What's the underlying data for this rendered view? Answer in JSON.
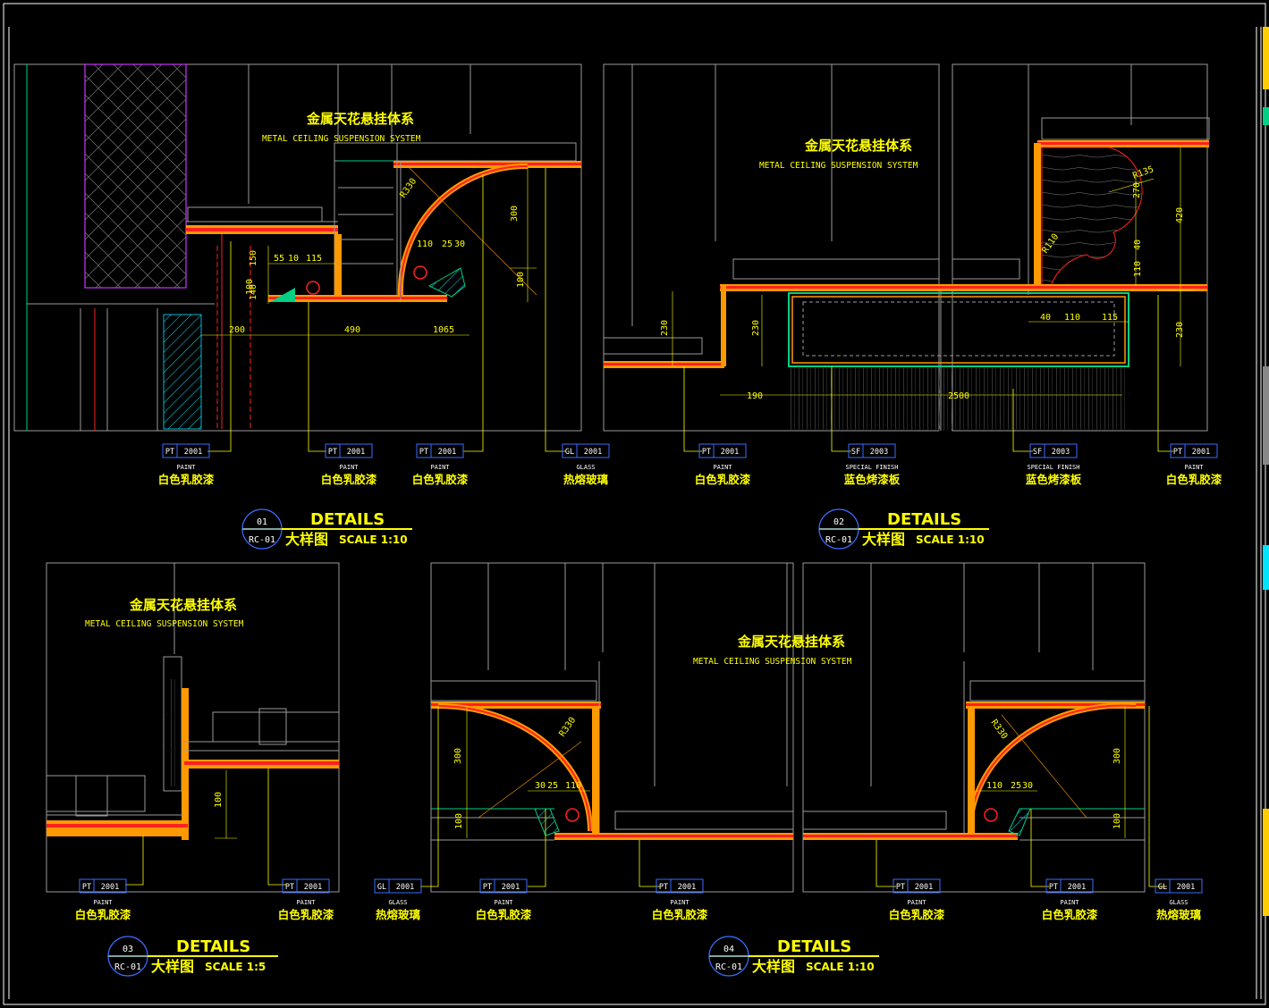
{
  "colors": {
    "background": "#000000",
    "frame": "#ffffff",
    "text": "#ffff00",
    "finish_red": "#ff2020",
    "finish_orange": "#ff9900",
    "hatch_green": "#00d084",
    "hatch_cyan": "#00e5ff",
    "magenta": "#cc33ff",
    "gray_line": "#9a9a9a"
  },
  "panels": [
    {
      "id": "d01",
      "title_cn": "金属天花悬挂体系",
      "title_en": "METAL CEILING SUSPENSION SYSTEM",
      "dims": [
        "R330",
        "300",
        "55",
        "10",
        "115",
        "110",
        "25",
        "30",
        "150",
        "100",
        "140",
        "100",
        "200",
        "490",
        "10",
        "65"
      ],
      "tags": [
        {
          "code": "PT",
          "num": "2001",
          "en": "PAINT",
          "cn": "白色乳胶漆"
        },
        {
          "code": "PT",
          "num": "2001",
          "en": "PAINT",
          "cn": "白色乳胶漆"
        },
        {
          "code": "PT",
          "num": "2001",
          "en": "PAINT",
          "cn": "白色乳胶漆"
        },
        {
          "code": "GL",
          "num": "2001",
          "en": "GLASS",
          "cn": "热熔玻璃"
        }
      ],
      "detail": {
        "num": "01",
        "sheet": "RC-01",
        "label": "DETAILS",
        "cn": "大样图",
        "scale": "SCALE 1:10"
      }
    },
    {
      "id": "d02",
      "title_cn": "金属天花悬挂体系",
      "title_en": "METAL CEILING SUSPENSION SYSTEM",
      "dims": [
        "230",
        "230",
        "190",
        "2500",
        "R135",
        "270",
        "420",
        "R110",
        "40",
        "110",
        "40",
        "110",
        "115",
        "230"
      ],
      "tags": [
        {
          "code": "PT",
          "num": "2001",
          "en": "PAINT",
          "cn": "白色乳胶漆"
        },
        {
          "code": "SF",
          "num": "2003",
          "en": "SPECIAL FINISH",
          "cn": "蓝色烤漆板"
        },
        {
          "code": "SF",
          "num": "2003",
          "en": "SPECIAL FINISH",
          "cn": "蓝色烤漆板"
        },
        {
          "code": "PT",
          "num": "2001",
          "en": "PAINT",
          "cn": "白色乳胶漆"
        }
      ],
      "detail": {
        "num": "02",
        "sheet": "RC-01",
        "label": "DETAILS",
        "cn": "大样图",
        "scale": "SCALE 1:10"
      }
    },
    {
      "id": "d03",
      "title_cn": "金属天花悬挂体系",
      "title_en": "METAL CEILING SUSPENSION SYSTEM",
      "dims": [
        "100"
      ],
      "tags": [
        {
          "code": "PT",
          "num": "2001",
          "en": "PAINT",
          "cn": "白色乳胶漆"
        },
        {
          "code": "PT",
          "num": "2001",
          "en": "PAINT",
          "cn": "白色乳胶漆"
        }
      ],
      "detail": {
        "num": "03",
        "sheet": "RC-01",
        "label": "DETAILS",
        "cn": "大样图",
        "scale": "SCALE 1:5"
      }
    },
    {
      "id": "d04",
      "title_cn": "金属天花悬挂体系",
      "title_en": "METAL CEILING SUSPENSION SYSTEM",
      "dims": [
        "R330",
        "300",
        "30",
        "25",
        "110",
        "100",
        "R330",
        "300",
        "110",
        "25",
        "30",
        "100"
      ],
      "tags": [
        {
          "code": "GL",
          "num": "2001",
          "en": "GLASS",
          "cn": "热熔玻璃"
        },
        {
          "code": "PT",
          "num": "2001",
          "en": "PAINT",
          "cn": "白色乳胶漆"
        },
        {
          "code": "PT",
          "num": "2001",
          "en": "PAINT",
          "cn": "白色乳胶漆"
        },
        {
          "code": "PT",
          "num": "2001",
          "en": "PAINT",
          "cn": "白色乳胶漆"
        },
        {
          "code": "PT",
          "num": "2001",
          "en": "PAINT",
          "cn": "白色乳胶漆"
        },
        {
          "code": "GL",
          "num": "2001",
          "en": "GLASS",
          "cn": "热熔玻璃"
        }
      ],
      "detail": {
        "num": "04",
        "sheet": "RC-01",
        "label": "DETAILS",
        "cn": "大样图",
        "scale": "SCALE 1:10"
      }
    }
  ]
}
